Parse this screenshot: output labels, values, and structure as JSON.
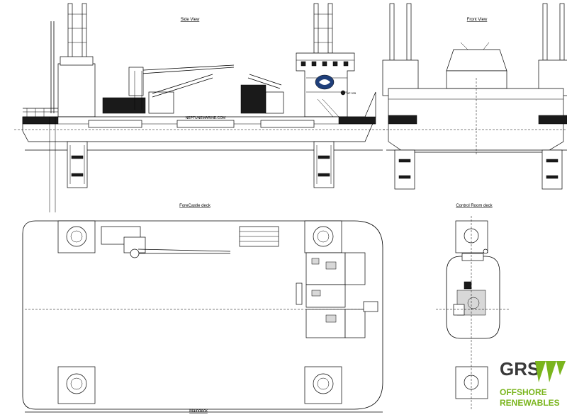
{
  "labels": {
    "side_view": "Side View",
    "front_view": "Front View",
    "forecastle_deck": "ForeCastle deck",
    "control_room_deck": "Control Room deck",
    "main_deck": "Maindeck"
  },
  "hull": {
    "website": "NEPTUNEMARINE.COM",
    "vessel_code": "NP 535"
  },
  "logo": {
    "brand": "GRS",
    "line1": "OFFSHORE",
    "line2": "RENEWABLES",
    "brand_color": "#3a3a3a",
    "accent_color": "#7ab51d"
  }
}
